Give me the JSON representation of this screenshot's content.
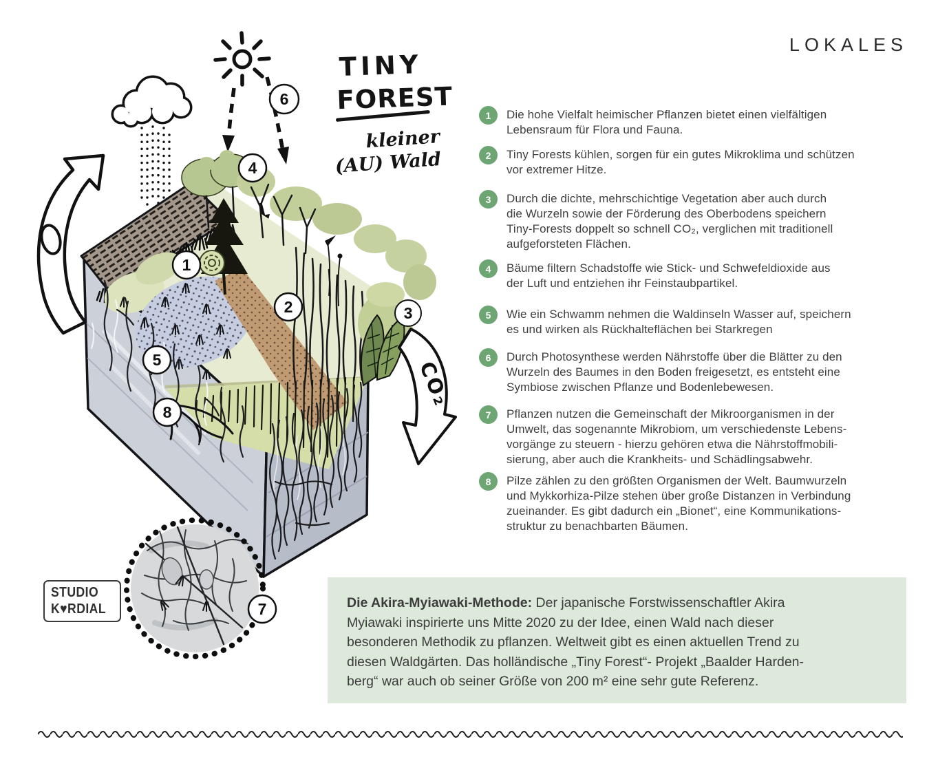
{
  "page": {
    "header": "LOKALES"
  },
  "illustration": {
    "title1": "TINY",
    "title2": "FOREST",
    "subtitle1": "kleiner",
    "subtitle2": "(AU) Wald",
    "co2_label": "CO₂",
    "markers": [
      "1",
      "2",
      "3",
      "4",
      "5",
      "6",
      "7",
      "8"
    ]
  },
  "list": {
    "items": [
      {
        "num": "1",
        "text": "Die hohe Vielfalt heimischer Pflanzen bietet einen vielfältigen\nLebensraum für Flora und Fauna."
      },
      {
        "num": "2",
        "text": "Tiny Forests kühlen, sorgen für ein gutes Mikroklima und schützen\nvor extremer Hitze."
      },
      {
        "num": "3",
        "text": "Durch die dichte, mehrschichtige Vegetation aber auch durch\ndie Wurzeln sowie der Förderung des Oberbodens speichern\nTiny-Forests doppelt so schnell CO₂, verglichen mit traditionell\naufgeforsteten Flächen."
      },
      {
        "num": "4",
        "text": "Bäume filtern Schadstoffe wie Stick- und Schwefeldioxide aus\nder Luft und entziehen ihr Feinstaubpartikel."
      },
      {
        "num": "5",
        "text": "Wie ein Schwamm nehmen die Waldinseln Wasser auf, speichern\nes und wirken als Rückhalteflächen bei Starkregen"
      },
      {
        "num": "6",
        "text": "Durch Photosynthese werden Nährstoffe über die Blätter zu den\nWurzeln des Baumes in den Boden freigesetzt, es entsteht eine\nSymbiose zwischen Pflanze und Bodenlebewesen."
      },
      {
        "num": "7",
        "text": "Pflanzen nutzen die Gemeinschaft der Mikroorganismen in der\nUmwelt, das sogenannte Mikrobiom, um verschiedenste Lebens-\nvorgänge zu steuern - hierzu gehören etwa die Nährstoffmobili-\nsierung, aber auch die Krankheits- und Schädlingsabwehr."
      },
      {
        "num": "8",
        "text": "Pilze zählen zu den größten Organismen der Welt. Baumwurzeln\nund Mykkorhiza-Pilze stehen über große Distanzen in Verbindung\nzueinander. Es gibt dadurch ein „Bionet“, eine Kommunikations-\nstruktur zu benachbarten Bäumen."
      }
    ]
  },
  "method_box": {
    "lead": "Die Akira-Myiawaki-Methode:",
    "body": " Der japanische Forstwissenschaftler Akira\nMyiawaki inspirierte uns Mitte 2020 zu der Idee, einen Wald nach dieser\nbesonderen Methodik zu pflanzen. Weltweit gibt es einen aktuellen Trend zu\ndiesen Waldgärten. Das holländische „Tiny Forest“- Projekt „Baalder Harden-\nberg“ war auch ob seiner Größe von 200 m² eine sehr gute Referenz."
  },
  "logo": {
    "line1": "STUDIO",
    "line2": "K♥RDIAL"
  },
  "colors": {
    "badge_green": "#6da573",
    "box_green": "#dde9da",
    "ink": "#141519"
  }
}
